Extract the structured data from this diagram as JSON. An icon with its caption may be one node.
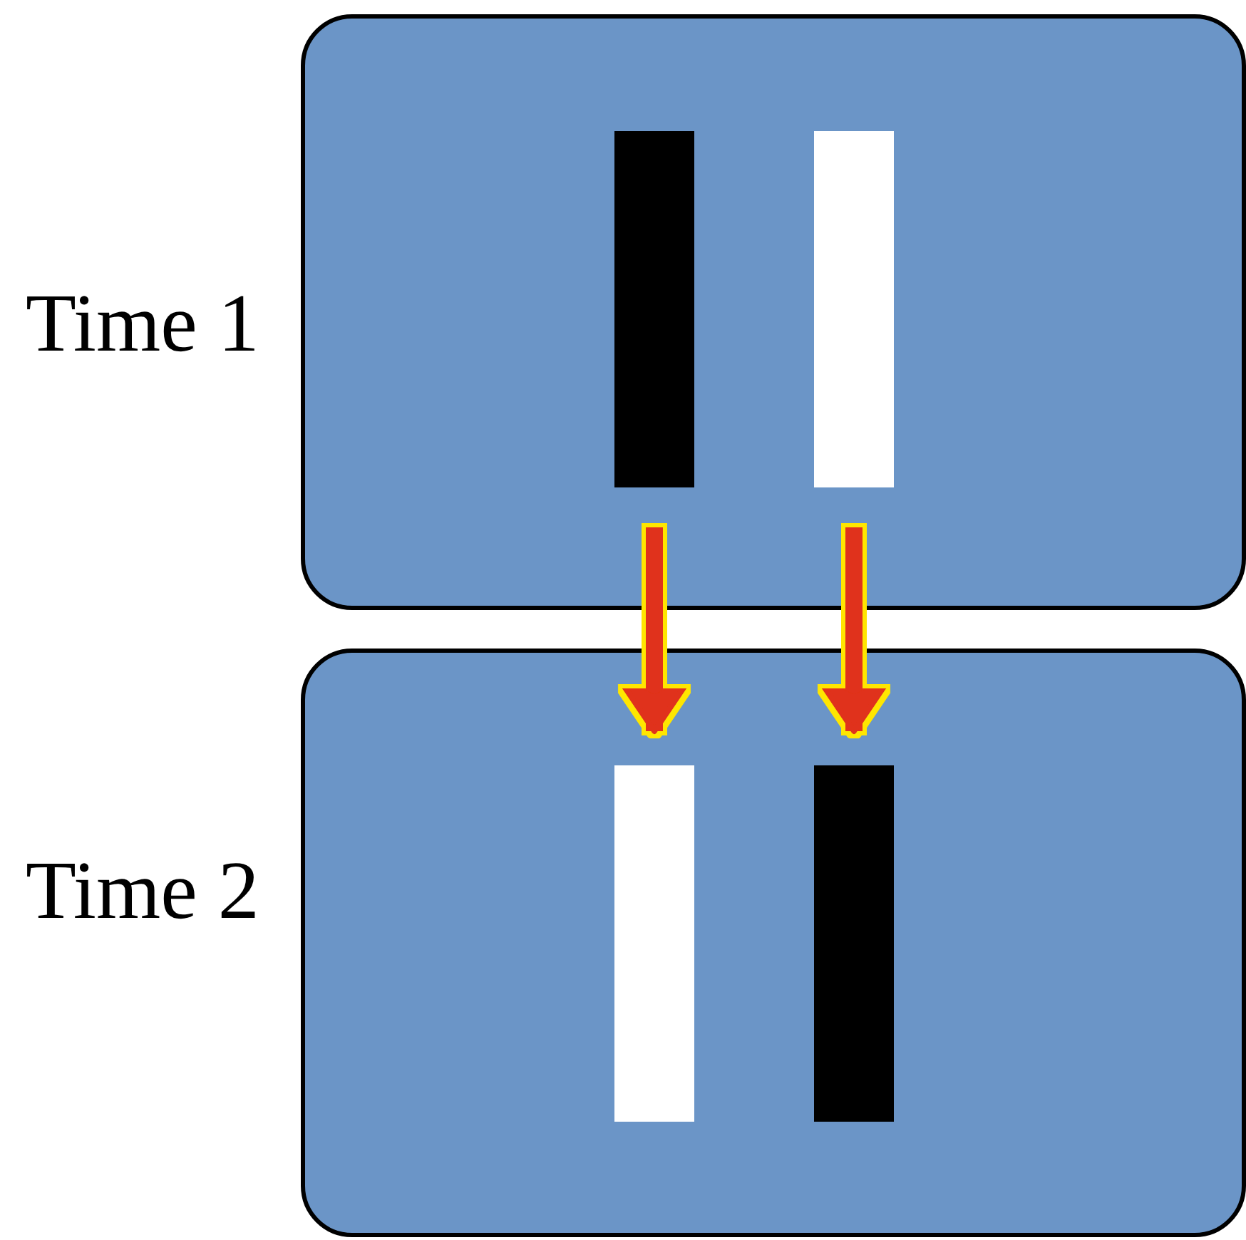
{
  "diagram": {
    "nodes": [
      {
        "text": [
          "Time 1"
        ]
      },
      {
        "text": [
          "Time 2"
        ]
      },
      {
        "text": [],
        "shape": "bar",
        "in": 0
      },
      {
        "text": [],
        "shape": "bar",
        "in": 0
      },
      {
        "text": [],
        "shape": "bar",
        "in": 1
      },
      {
        "text": [],
        "shape": "bar",
        "in": 1
      }
    ],
    "edges": [
      {
        "from": 2,
        "to": 4,
        "arrow": "to"
      },
      {
        "from": 3,
        "to": 5,
        "arrow": "to"
      }
    ]
  }
}
